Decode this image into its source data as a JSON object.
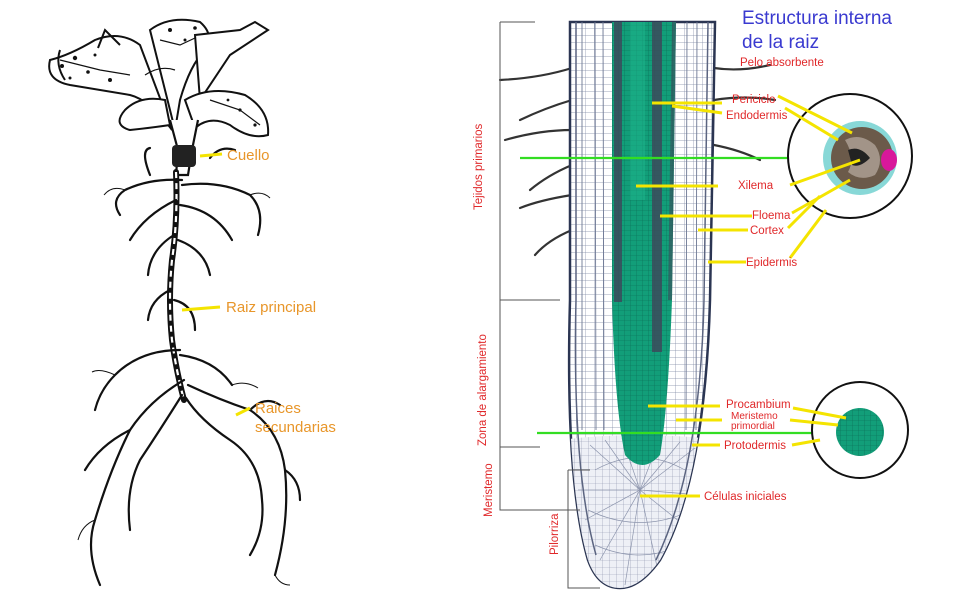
{
  "colors": {
    "pointer": "#f4e400",
    "plant_labels": "#e8962a",
    "root_labels": "#e0282a",
    "title": "#3a3ad0",
    "vascular_tissue": "#129e79",
    "section_lines": "#33dd22",
    "cross_section_ring": "#27b8b6",
    "phloem_spot": "#d8189b"
  },
  "plant": {
    "labels": {
      "cuello": "Cuello",
      "raiz_principal": "Raiz principal",
      "raices_secundarias_1": "Raices",
      "raices_secundarias_2": "secundarias"
    }
  },
  "root": {
    "title_line1": "Estructura interna",
    "title_line2": "de la raiz",
    "labels": {
      "pelo_absorbente": "Pelo absorbente",
      "periciclo": "Periciclo",
      "endodermis": "Endodermis",
      "xilema": "Xilema",
      "floema": "Floema",
      "cortex": "Cortex",
      "epidermis": "Epidermis",
      "procambium": "Procambium",
      "meristemo_primordial_1": "Meristemo",
      "meristemo_primordial_2": "primordial",
      "protodermis": "Protodermis",
      "celulas_iniciales": "Células iniciales"
    },
    "zones": {
      "tejidos_primarios": "Tejidos primarios",
      "zona_alargamiento": "Zona de alargamiento",
      "meristemo": "Meristemo",
      "pilorriza": "Pilorriza"
    }
  }
}
